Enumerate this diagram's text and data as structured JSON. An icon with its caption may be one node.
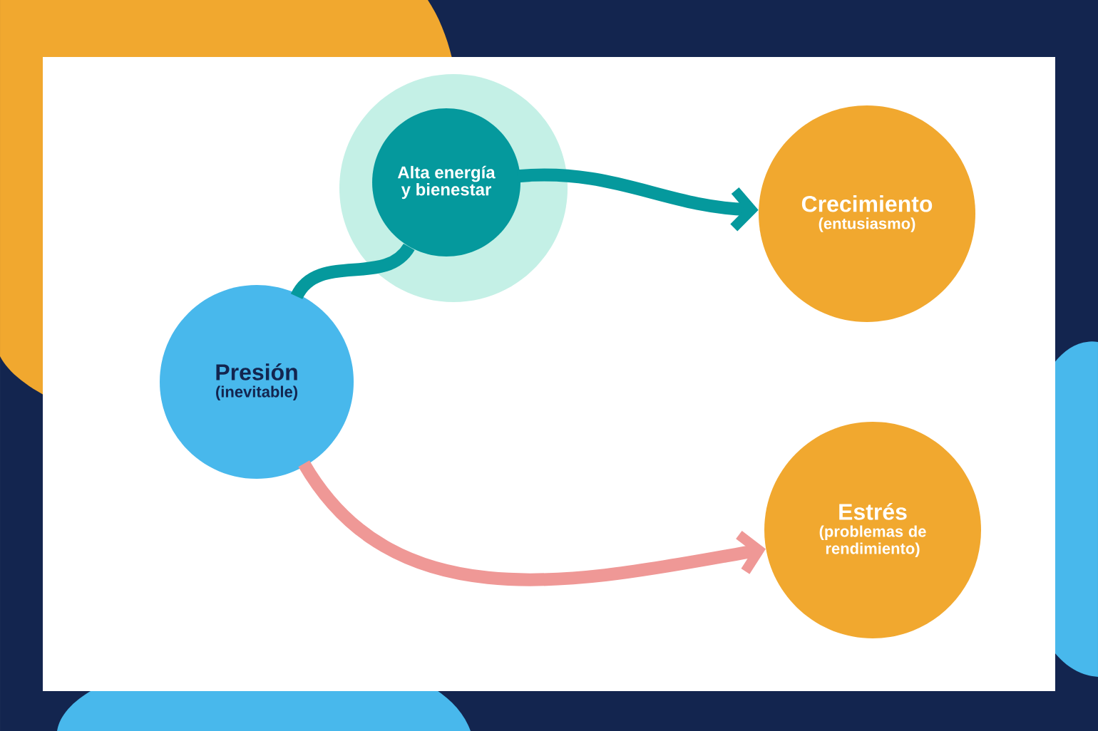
{
  "diagram": {
    "nodes": [
      {
        "text": [
          "Presión",
          "(inevitable)"
        ]
      },
      {
        "text": [],
        "shape": "circle"
      },
      {
        "text": [
          "Alta energía y bienestar"
        ],
        "in": 1
      },
      {
        "text": [
          "Crecimiento",
          "(entusiasmo)"
        ]
      },
      {
        "text": [
          "Estrés",
          "(problemas de rendimiento)"
        ]
      }
    ],
    "edges": [
      {
        "from": 0,
        "to": 2,
        "arrow": "none"
      },
      {
        "from": 2,
        "to": 3,
        "arrow": "to"
      },
      {
        "from": 0,
        "to": 4,
        "arrow": "to",
        "color": "#ef9896"
      }
    ]
  }
}
